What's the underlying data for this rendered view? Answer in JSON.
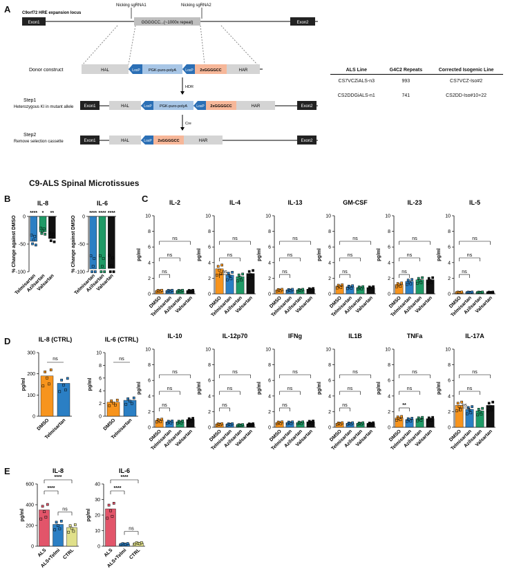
{
  "panels": {
    "A": "A",
    "B": "B",
    "C": "C",
    "D": "D",
    "E": "E"
  },
  "schematic": {
    "locus_title": "C9orf72 HRE expansion locus",
    "nick1": "Nicking sgRNA1",
    "nick2": "Nicking sgRNA2",
    "exon1": "Exon1",
    "exon2": "Exon2",
    "repeat": "GGGGCC...(~1000x repeat)",
    "donor_label": "Donor construct",
    "hal": "HAL",
    "har": "HAR",
    "loxp": "LoxP",
    "puro": "PGK-puro-polyA",
    "g4c2": "2xGGGGCC",
    "hdr": "HDR",
    "cre": "Cre",
    "step1_title": "Step1",
    "step1_sub": "Heterozygous KI in mutant allele",
    "step2_title": "Step2",
    "step2_sub": "Remove selection cassette"
  },
  "table": {
    "headers": [
      "ALS Line",
      "G4C2 Repeats",
      "Corrected Isogenic Line"
    ],
    "rows": [
      [
        "CS7VCZiALS-n3",
        "993",
        "CS7VCZ-Iso#2"
      ],
      [
        "CS2DDGiALS-n1",
        "741",
        "CS2DD-Iso#10+22"
      ]
    ]
  },
  "main_title": "C9-ALS Spinal Microtissues",
  "colors": {
    "DMSO": "#f7941d",
    "Telmisartan": "#2b7fc4",
    "Azilsartan": "#1f9a66",
    "Valsartan": "#111111",
    "ALS": "#e2556a",
    "ALS+Telmi": "#2b7fc4",
    "CTRL": "#e0e08a"
  },
  "chart_data": [
    {
      "panel": "B",
      "type": "bar",
      "title": "IL-8",
      "ylabel": "% Change against DMSO",
      "ylim": [
        -100,
        0
      ],
      "categories": [
        "Telmisartan",
        "Azilsartan",
        "Valsartan"
      ],
      "values": [
        -45,
        -28,
        -40
      ],
      "significance": [
        "****",
        "*",
        "**"
      ]
    },
    {
      "panel": "B",
      "type": "bar",
      "title": "IL-6",
      "ylabel": "% Change against DMSO",
      "ylim": [
        -100,
        0
      ],
      "categories": [
        "Telmisartan",
        "Azilsartan",
        "Valsartan"
      ],
      "values": [
        -95,
        -95,
        -94
      ],
      "significance": [
        "****",
        "****",
        "****"
      ]
    },
    {
      "panel": "C",
      "type": "bar",
      "title": "IL-2",
      "ylabel": "pg/ml",
      "ylim": [
        0,
        10
      ],
      "categories": [
        "DMSO",
        "Telmisartan",
        "Azilsartan",
        "Valsartan"
      ],
      "values": [
        0.4,
        0.4,
        0.4,
        0.4
      ],
      "significance": [
        "ns",
        "ns",
        "ns"
      ]
    },
    {
      "panel": "C",
      "type": "bar",
      "title": "IL-4",
      "ylabel": "pg/ml",
      "ylim": [
        0,
        10
      ],
      "categories": [
        "DMSO",
        "Telmisartan",
        "Azilsartan",
        "Valsartan"
      ],
      "values": [
        3.2,
        2.4,
        2.2,
        2.6
      ],
      "significance": [
        "ns",
        "ns",
        "ns"
      ]
    },
    {
      "panel": "C",
      "type": "bar",
      "title": "IL-13",
      "ylabel": "pg/ml",
      "ylim": [
        0,
        10
      ],
      "categories": [
        "DMSO",
        "Telmisartan",
        "Azilsartan",
        "Valsartan"
      ],
      "values": [
        0.5,
        0.5,
        0.5,
        0.6
      ],
      "significance": [
        "ns",
        "ns",
        "ns"
      ]
    },
    {
      "panel": "C",
      "type": "bar",
      "title": "GM-CSF",
      "ylabel": "pg/ml",
      "ylim": [
        0,
        10
      ],
      "categories": [
        "DMSO",
        "Telmisartan",
        "Azilsartan",
        "Valsartan"
      ],
      "values": [
        1.0,
        0.9,
        0.8,
        0.8
      ],
      "significance": [
        "ns",
        "ns",
        "ns"
      ]
    },
    {
      "panel": "C",
      "type": "bar",
      "title": "IL-23",
      "ylabel": "pg/ml",
      "ylim": [
        0,
        10
      ],
      "categories": [
        "DMSO",
        "Telmisartan",
        "Azilsartan",
        "Valsartan"
      ],
      "values": [
        1.2,
        1.6,
        1.8,
        1.8
      ],
      "significance": [
        "ns",
        "ns",
        "ns"
      ]
    },
    {
      "panel": "C",
      "type": "bar",
      "title": "IL-5",
      "ylabel": "pg/ml",
      "ylim": [
        0,
        10
      ],
      "categories": [
        "DMSO",
        "Telmisartan",
        "Azilsartan",
        "Valsartan"
      ],
      "values": [
        0.2,
        0.2,
        0.2,
        0.2
      ],
      "significance": [
        "ns",
        "ns",
        "ns"
      ]
    },
    {
      "panel": "C",
      "type": "bar",
      "title": "IL-10",
      "ylabel": "pg/ml",
      "ylim": [
        0,
        10
      ],
      "categories": [
        "DMSO",
        "Telmisartan",
        "Azilsartan",
        "Valsartan"
      ],
      "values": [
        0.9,
        0.7,
        0.7,
        1.0
      ],
      "significance": [
        "ns",
        "ns",
        "ns"
      ]
    },
    {
      "panel": "C",
      "type": "bar",
      "title": "IL-12p70",
      "ylabel": "pg/ml",
      "ylim": [
        0,
        10
      ],
      "categories": [
        "DMSO",
        "Telmisartan",
        "Azilsartan",
        "Valsartan"
      ],
      "values": [
        0.4,
        0.4,
        0.3,
        0.4
      ],
      "significance": [
        "ns",
        "ns",
        "ns"
      ]
    },
    {
      "panel": "C",
      "type": "bar",
      "title": "IFNg",
      "ylabel": "pg/ml",
      "ylim": [
        0,
        10
      ],
      "categories": [
        "DMSO",
        "Telmisartan",
        "Azilsartan",
        "Valsartan"
      ],
      "values": [
        0.6,
        0.6,
        0.6,
        0.7
      ],
      "significance": [
        "ns",
        "ns",
        "ns"
      ]
    },
    {
      "panel": "C",
      "type": "bar",
      "title": "IL1B",
      "ylabel": "pg/ml",
      "ylim": [
        0,
        10
      ],
      "categories": [
        "DMSO",
        "Telmisartan",
        "Azilsartan",
        "Valsartan"
      ],
      "values": [
        0.5,
        0.5,
        0.5,
        0.5
      ],
      "significance": [
        "ns",
        "ns",
        "ns"
      ]
    },
    {
      "panel": "C",
      "type": "bar",
      "title": "TNFa",
      "ylabel": "pg/ml",
      "ylim": [
        0,
        10
      ],
      "categories": [
        "DMSO",
        "Telmisartan",
        "Azilsartan",
        "Valsartan"
      ],
      "values": [
        1.2,
        1.0,
        1.1,
        1.1
      ],
      "significance": [
        "**",
        "ns",
        "ns"
      ]
    },
    {
      "panel": "C",
      "type": "bar",
      "title": "IL-17A",
      "ylabel": "pg/ml",
      "ylim": [
        0,
        10
      ],
      "categories": [
        "DMSO",
        "Telmisartan",
        "Azilsartan",
        "Valsartan"
      ],
      "values": [
        2.8,
        2.3,
        2.1,
        2.8
      ],
      "significance": [
        "ns",
        "ns",
        "ns"
      ]
    },
    {
      "panel": "D",
      "type": "bar",
      "title": "IL-8 (CTRL)",
      "ylabel": "pg/ml",
      "ylim": [
        0,
        300
      ],
      "categories": [
        "DMSO",
        "Telmisartan"
      ],
      "values": [
        190,
        155
      ],
      "significance": [
        "ns"
      ]
    },
    {
      "panel": "D",
      "type": "bar",
      "title": "IL-6 (CTRL)",
      "ylabel": "pg/ml",
      "ylim": [
        0,
        10
      ],
      "categories": [
        "DMSO",
        "Telmisartan"
      ],
      "values": [
        2.2,
        2.5
      ],
      "significance": [
        "ns"
      ]
    },
    {
      "panel": "E",
      "type": "bar",
      "title": "IL-8",
      "ylabel": "pg/ml",
      "ylim": [
        0,
        600
      ],
      "categories": [
        "ALS",
        "ALS+Telmi",
        "CTRL"
      ],
      "values": [
        350,
        210,
        180
      ],
      "significance": [
        "****",
        "****",
        "ns"
      ]
    },
    {
      "panel": "E",
      "type": "bar",
      "title": "IL-6",
      "ylabel": "pg/ml",
      "ylim": [
        0,
        40
      ],
      "categories": [
        "ALS",
        "ALS+Telmi",
        "CTRL"
      ],
      "values": [
        24,
        1.5,
        2
      ],
      "significance": [
        "****",
        "****",
        "ns"
      ]
    }
  ],
  "ticks": {
    "b": [
      "0",
      "-50",
      "-100"
    ],
    "c": [
      "10",
      "8",
      "6",
      "4",
      "2",
      "0"
    ],
    "d1": [
      "300",
      "200",
      "100",
      "0"
    ],
    "d2": [
      "10",
      "8",
      "6",
      "4",
      "2",
      "0"
    ],
    "e1": [
      "600",
      "400",
      "200",
      "0"
    ],
    "e2": [
      "40",
      "30",
      "20",
      "10",
      "0"
    ]
  }
}
